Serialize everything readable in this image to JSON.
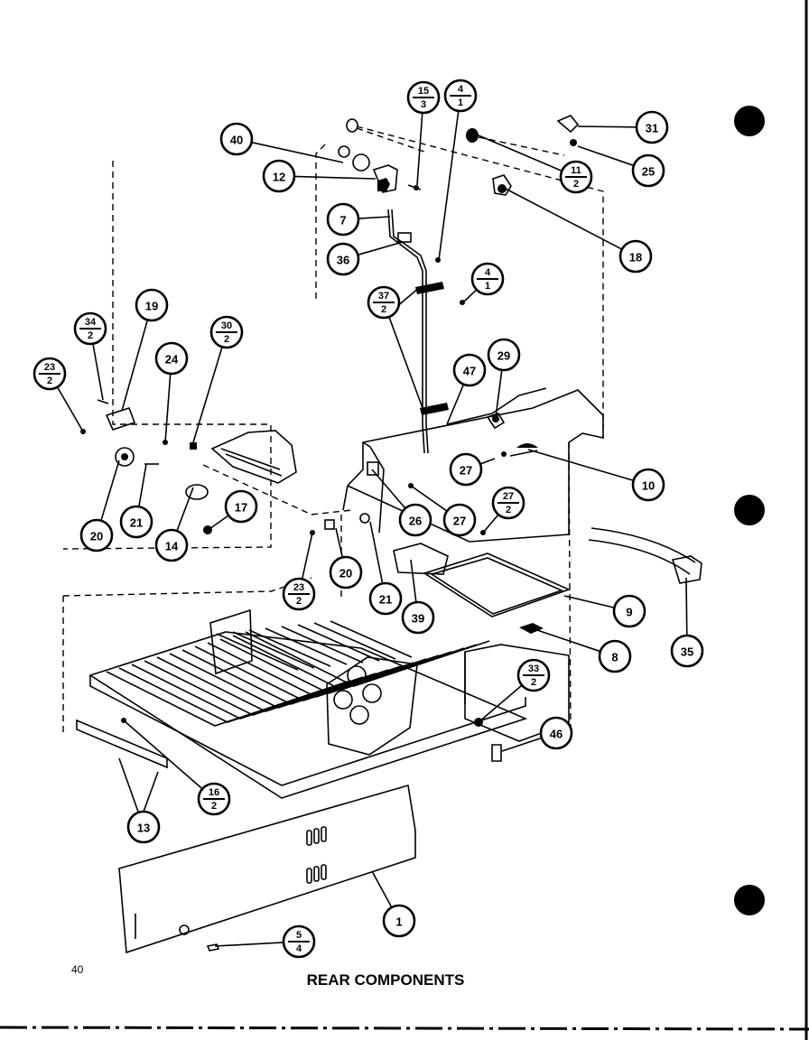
{
  "title": "REAR COMPONENTS",
  "page_number": "40",
  "callouts": {
    "c1": {
      "top": "1"
    },
    "c4a": {
      "top": "4",
      "bottom": "1"
    },
    "c4b": {
      "top": "4",
      "bottom": "1"
    },
    "c5": {
      "top": "5",
      "bottom": "4"
    },
    "c7": {
      "top": "7"
    },
    "c8": {
      "top": "8"
    },
    "c9": {
      "top": "9"
    },
    "c10": {
      "top": "10"
    },
    "c11": {
      "top": "11",
      "bottom": "2"
    },
    "c12": {
      "top": "12"
    },
    "c13": {
      "top": "13"
    },
    "c14": {
      "top": "14"
    },
    "c15": {
      "top": "15",
      "bottom": "3"
    },
    "c16": {
      "top": "16",
      "bottom": "2"
    },
    "c17": {
      "top": "17"
    },
    "c18": {
      "top": "18"
    },
    "c19": {
      "top": "19"
    },
    "c20a": {
      "top": "20"
    },
    "c20b": {
      "top": "20"
    },
    "c21a": {
      "top": "21"
    },
    "c21b": {
      "top": "21"
    },
    "c23a": {
      "top": "23",
      "bottom": "2"
    },
    "c23b": {
      "top": "23",
      "bottom": "2"
    },
    "c24": {
      "top": "24"
    },
    "c25": {
      "top": "25"
    },
    "c26": {
      "top": "26"
    },
    "c27a": {
      "top": "27"
    },
    "c27b": {
      "top": "27"
    },
    "c27c": {
      "top": "27",
      "bottom": "2"
    },
    "c29": {
      "top": "29"
    },
    "c30": {
      "top": "30",
      "bottom": "2"
    },
    "c31": {
      "top": "31"
    },
    "c33": {
      "top": "33",
      "bottom": "2"
    },
    "c34": {
      "top": "34",
      "bottom": "2"
    },
    "c35": {
      "top": "35"
    },
    "c36": {
      "top": "36"
    },
    "c37": {
      "top": "37",
      "bottom": "2"
    },
    "c39": {
      "top": "39"
    },
    "c40": {
      "top": "40"
    },
    "c46": {
      "top": "46"
    },
    "c47": {
      "top": "47"
    }
  }
}
